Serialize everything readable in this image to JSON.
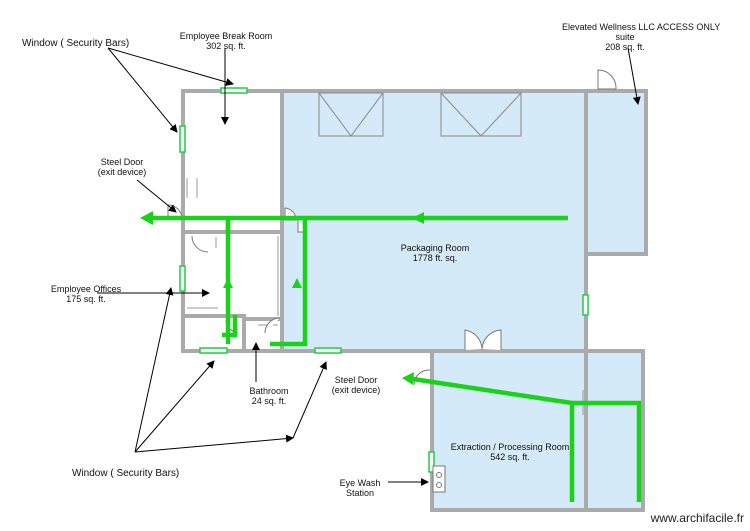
{
  "diagram": {
    "rooms": [
      {
        "id": "break-room",
        "name": "Employee Break Room",
        "area": "302 sq. ft."
      },
      {
        "id": "offices",
        "name": "Employee Offices",
        "area": "175 sq. ft."
      },
      {
        "id": "bathroom",
        "name": "Bathroom",
        "area": "24 sq. ft."
      },
      {
        "id": "packaging",
        "name": "Packaging Room",
        "area": "1778 ft. sq."
      },
      {
        "id": "extraction",
        "name": "Extraction / Processing Room",
        "area": "542 sq. ft."
      },
      {
        "id": "elevated-suite",
        "name": "Elevated Wellness LLC ACCESS ONLY",
        "name_line2": "suite",
        "area": "208 sq. ft."
      }
    ],
    "annotations": {
      "window_top": "Window  ( Security Bars)",
      "window_bottom": "Window  ( Security Bars)",
      "steel_door_1_line1": "Steel Door",
      "steel_door_1_line2": "(exit device)",
      "steel_door_2_line1": "Steel Door",
      "steel_door_2_line2": "(exit device)",
      "eye_wash_line1": "Eye Wash",
      "eye_wash_line2": "Station"
    },
    "watermark": "www.archifacile.fr",
    "colors": {
      "wall": "#aaaaaa",
      "room_fill": "#d4eaf9",
      "exit_route": "#19d219",
      "window": "#22cc44"
    }
  }
}
